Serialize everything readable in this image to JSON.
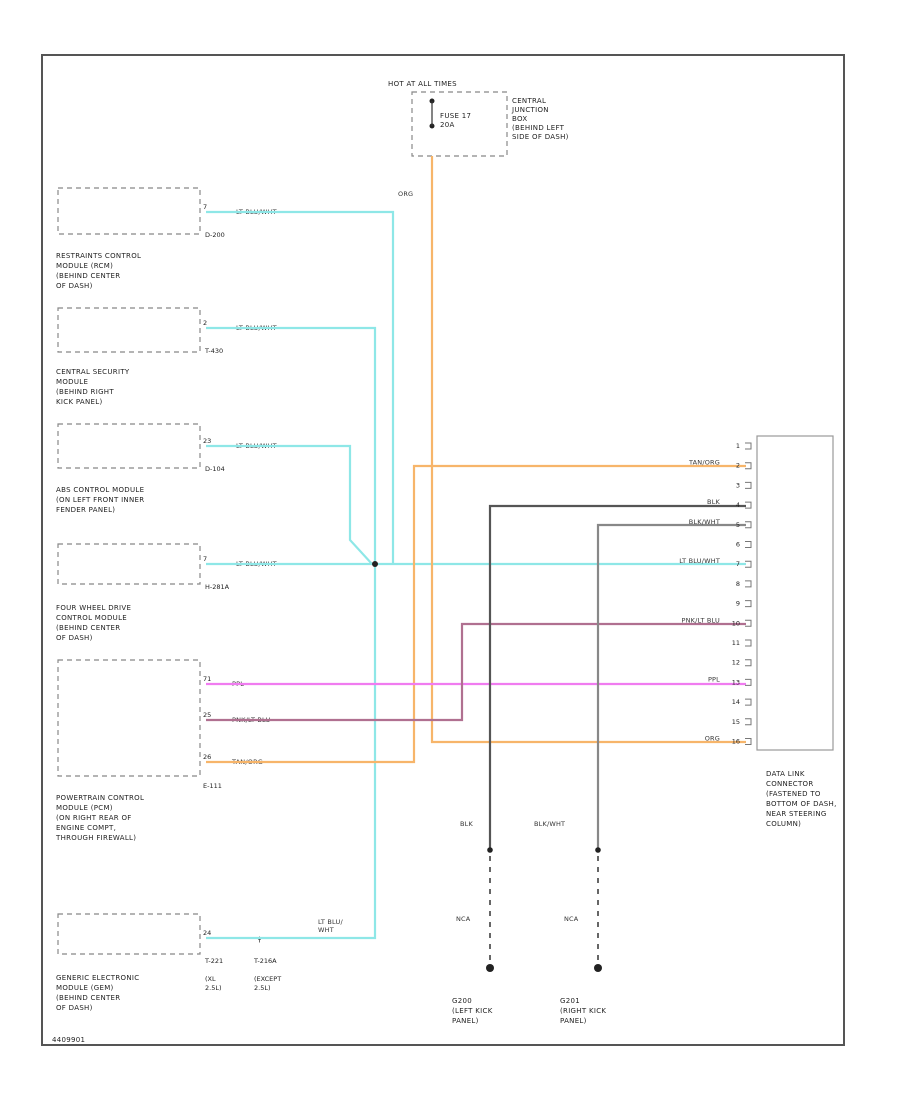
{
  "power_source": {
    "header": "HOT AT ALL TIMES",
    "fuse": "FUSE 17\n20A",
    "cjb": "CENTRAL\nJUNCTION\nBOX\n(BEHIND LEFT\nSIDE OF DASH)"
  },
  "modules": [
    {
      "name": "RESTRAINTS CONTROL\nMODULE (RCM)\n(BEHIND CENTER\nOF DASH)",
      "pin": "7",
      "connector": "D-200",
      "wire": "LT BLU/WHT"
    },
    {
      "name": "CENTRAL SECURITY\nMODULE\n(BEHIND RIGHT\nKICK PANEL)",
      "pin": "2",
      "connector": "T-430",
      "wire": "LT BLU/WHT"
    },
    {
      "name": "ABS CONTROL MODULE\n(ON LEFT FRONT INNER\nFENDER PANEL)",
      "pin": "23",
      "connector": "D-104",
      "wire": "LT BLU/WHT"
    },
    {
      "name": "FOUR WHEEL DRIVE\nCONTROL MODULE\n(BEHIND CENTER\nOF DASH)",
      "pin": "7",
      "connector": "H-281A",
      "wire": "LT BLU/WHT"
    },
    {
      "name": "POWERTRAIN CONTROL\nMODULE (PCM)\n(ON RIGHT REAR OF\nENGINE COMPT,\nTHROUGH FIREWALL)",
      "connector": "E-111",
      "pins": [
        {
          "pin": "71",
          "wire": "PPL"
        },
        {
          "pin": "25",
          "wire": "PNK/LT BLU"
        },
        {
          "pin": "26",
          "wire": "TAN/ORG"
        }
      ]
    },
    {
      "name": "GENERIC ELECTRONIC\nMODULE (GEM)\n(BEHIND CENTER\nOF DASH)",
      "pin": "24",
      "connector": "T-221",
      "connector2": "T-216A",
      "wire": "LT BLU/\nWHT",
      "note1": "(XL\n2.5L)",
      "note2": "(EXCEPT\n2.5L)"
    }
  ],
  "fuse_wire": "ORG",
  "dlc": {
    "label": "DATA LINK\nCONNECTOR\n(FASTENED TO\nBOTTOM OF DASH,\nNEAR STEERING\nCOLUMN)",
    "pins": [
      {
        "n": "1",
        "wire": ""
      },
      {
        "n": "2",
        "wire": "TAN/ORG"
      },
      {
        "n": "3",
        "wire": ""
      },
      {
        "n": "4",
        "wire": "BLK"
      },
      {
        "n": "5",
        "wire": "BLK/WHT"
      },
      {
        "n": "6",
        "wire": ""
      },
      {
        "n": "7",
        "wire": "LT BLU/WHT"
      },
      {
        "n": "8",
        "wire": ""
      },
      {
        "n": "9",
        "wire": ""
      },
      {
        "n": "10",
        "wire": "PNK/LT BLU"
      },
      {
        "n": "11",
        "wire": ""
      },
      {
        "n": "12",
        "wire": ""
      },
      {
        "n": "13",
        "wire": "PPL"
      },
      {
        "n": "14",
        "wire": ""
      },
      {
        "n": "15",
        "wire": ""
      },
      {
        "n": "16",
        "wire": "ORG"
      }
    ]
  },
  "grounds": [
    {
      "wire": "BLK",
      "nca": "NCA",
      "label": "G200\n(LEFT KICK\nPANEL)"
    },
    {
      "wire": "BLK/WHT",
      "nca": "NCA",
      "label": "G201\n(RIGHT KICK\nPANEL)"
    }
  ],
  "footer": "4409901"
}
